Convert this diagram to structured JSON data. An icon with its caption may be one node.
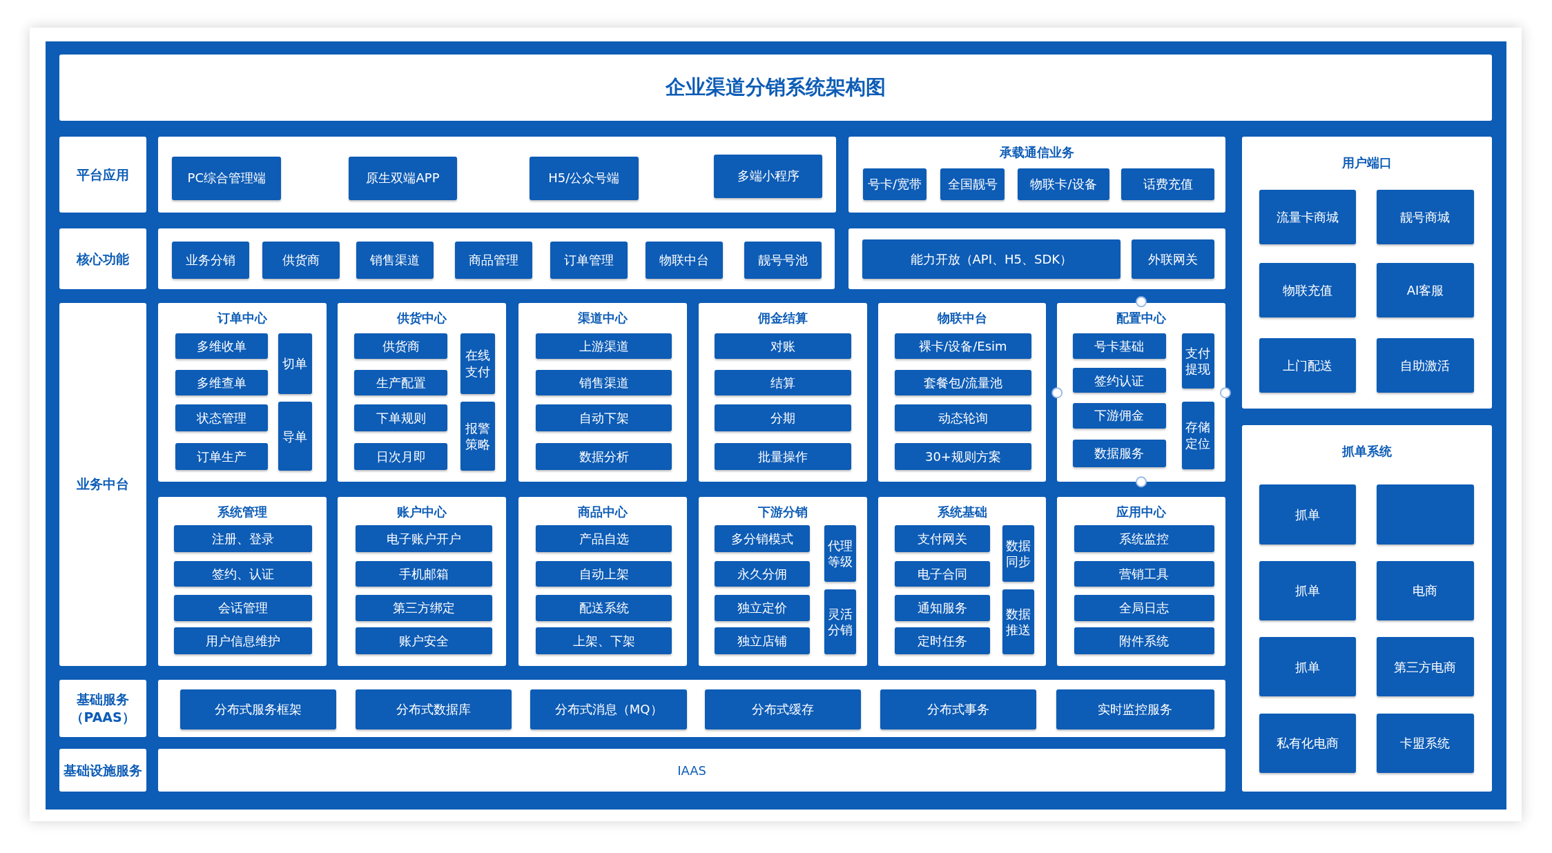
{
  "diagram": {
    "title": "企业渠道分销系统架构图",
    "nodes": [
      {
        "text": [
          "平台应用"
        ]
      },
      {
        "text": [
          "PC综合管理端"
        ]
      },
      {
        "text": [
          "原生双端APP"
        ]
      },
      {
        "text": [
          "H5/公众号端"
        ]
      },
      {
        "text": [
          "多端小程序"
        ]
      },
      {
        "text": [
          "承载通信业务"
        ]
      },
      {
        "text": [
          "号卡/宽带"
        ],
        "in": 5
      },
      {
        "text": [
          "全国靓号"
        ],
        "in": 5
      },
      {
        "text": [
          "物联卡/设备"
        ],
        "in": 5
      },
      {
        "text": [
          "话费充值"
        ],
        "in": 5
      },
      {
        "text": [
          "用户端口"
        ]
      },
      {
        "text": [
          "流量卡商城"
        ],
        "in": 10
      },
      {
        "text": [
          "靓号商城"
        ],
        "in": 10
      },
      {
        "text": [
          "物联充值"
        ],
        "in": 10
      },
      {
        "text": [
          "AI客服"
        ],
        "in": 10
      },
      {
        "text": [
          "上门配送"
        ],
        "in": 10
      },
      {
        "text": [
          "自助激活"
        ],
        "in": 10
      },
      {
        "text": [
          "核心功能"
        ]
      },
      {
        "text": [
          "业务分销"
        ]
      },
      {
        "text": [
          "供货商"
        ]
      },
      {
        "text": [
          "销售渠道"
        ]
      },
      {
        "text": [
          "商品管理"
        ]
      },
      {
        "text": [
          "订单管理"
        ]
      },
      {
        "text": [
          "物联中台"
        ]
      },
      {
        "text": [
          "靓号号池"
        ]
      },
      {
        "text": [
          "能力开放（API、H5、SDK）"
        ]
      },
      {
        "text": [
          "外联网关"
        ]
      },
      {
        "text": [
          "业务中台"
        ]
      },
      {
        "text": [
          "订单中心"
        ]
      },
      {
        "text": [
          "多维收单"
        ],
        "in": 28
      },
      {
        "text": [
          "多维查单"
        ],
        "in": 28
      },
      {
        "text": [
          "状态管理"
        ],
        "in": 28
      },
      {
        "text": [
          "订单生产"
        ],
        "in": 28
      },
      {
        "text": [
          "切单"
        ],
        "in": 28
      },
      {
        "text": [
          "导单"
        ],
        "in": 28
      },
      {
        "text": [
          "供货中心"
        ]
      },
      {
        "text": [
          "供货商"
        ],
        "in": 35
      },
      {
        "text": [
          "生产配置"
        ],
        "in": 35
      },
      {
        "text": [
          "下单规则"
        ],
        "in": 35
      },
      {
        "text": [
          "日次月即"
        ],
        "in": 35
      },
      {
        "text": [
          "在线支付"
        ],
        "in": 35
      },
      {
        "text": [
          "报警策略"
        ],
        "in": 35
      },
      {
        "text": [
          "渠道中心"
        ]
      },
      {
        "text": [
          "上游渠道"
        ],
        "in": 42
      },
      {
        "text": [
          "销售渠道"
        ],
        "in": 42
      },
      {
        "text": [
          "自动下架"
        ],
        "in": 42
      },
      {
        "text": [
          "数据分析"
        ],
        "in": 42
      },
      {
        "text": [
          "佣金结算"
        ]
      },
      {
        "text": [
          "对账"
        ],
        "in": 47
      },
      {
        "text": [
          "结算"
        ],
        "in": 47
      },
      {
        "text": [
          "分期"
        ],
        "in": 47
      },
      {
        "text": [
          "批量操作"
        ],
        "in": 47
      },
      {
        "text": [
          "物联中台"
        ]
      },
      {
        "text": [
          "裸卡/设备/Esim"
        ],
        "in": 52
      },
      {
        "text": [
          "套餐包/流量池"
        ],
        "in": 52
      },
      {
        "text": [
          "动态轮询"
        ],
        "in": 52
      },
      {
        "text": [
          "30+规则方案"
        ],
        "in": 52
      },
      {
        "text": [
          "配置中心"
        ]
      },
      {
        "text": [
          "号卡基础"
        ],
        "in": 57
      },
      {
        "text": [
          "签约认证"
        ],
        "in": 57
      },
      {
        "text": [
          "下游佣金"
        ],
        "in": 57
      },
      {
        "text": [
          "数据服务"
        ],
        "in": 57
      },
      {
        "text": [
          "支付提现"
        ],
        "in": 57
      },
      {
        "text": [
          "存储定位"
        ],
        "in": 57
      },
      {
        "text": [
          "系统管理"
        ]
      },
      {
        "text": [
          "注册、登录"
        ],
        "in": 64
      },
      {
        "text": [
          "签约、认证"
        ],
        "in": 64
      },
      {
        "text": [
          "会话管理"
        ],
        "in": 64
      },
      {
        "text": [
          "用户信息维护"
        ],
        "in": 64
      },
      {
        "text": [
          "账户中心"
        ]
      },
      {
        "text": [
          "电子账户开户"
        ],
        "in": 69
      },
      {
        "text": [
          "手机邮箱"
        ],
        "in": 69
      },
      {
        "text": [
          "第三方绑定"
        ],
        "in": 69
      },
      {
        "text": [
          "账户安全"
        ],
        "in": 69
      },
      {
        "text": [
          "商品中心"
        ]
      },
      {
        "text": [
          "产品自选"
        ],
        "in": 74
      },
      {
        "text": [
          "自动上架"
        ],
        "in": 74
      },
      {
        "text": [
          "配送系统"
        ],
        "in": 74
      },
      {
        "text": [
          "上架、下架"
        ],
        "in": 74
      },
      {
        "text": [
          "下游分销"
        ]
      },
      {
        "text": [
          "多分销模式"
        ],
        "in": 79
      },
      {
        "text": [
          "永久分佣"
        ],
        "in": 79
      },
      {
        "text": [
          "独立定价"
        ],
        "in": 79
      },
      {
        "text": [
          "独立店铺"
        ],
        "in": 79
      },
      {
        "text": [
          "代理等级"
        ],
        "in": 79
      },
      {
        "text": [
          "灵活分销"
        ],
        "in": 79
      },
      {
        "text": [
          "系统基础"
        ]
      },
      {
        "text": [
          "支付网关"
        ],
        "in": 86
      },
      {
        "text": [
          "电子合同"
        ],
        "in": 86
      },
      {
        "text": [
          "通知服务"
        ],
        "in": 86
      },
      {
        "text": [
          "定时任务"
        ],
        "in": 86
      },
      {
        "text": [
          "数据同步"
        ],
        "in": 86
      },
      {
        "text": [
          "数据推送"
        ],
        "in": 86
      },
      {
        "text": [
          "应用中心"
        ]
      },
      {
        "text": [
          "系统监控"
        ],
        "in": 93
      },
      {
        "text": [
          "营销工具"
        ],
        "in": 93
      },
      {
        "text": [
          "全局日志"
        ],
        "in": 93
      },
      {
        "text": [
          "附件系统"
        ],
        "in": 93
      },
      {
        "text": [
          "抓单系统"
        ]
      },
      {
        "text": [
          "抓单"
        ],
        "in": 98
      },
      {
        "text": [],
        "shape": "box",
        "in": 98
      },
      {
        "text": [
          "抓单"
        ],
        "in": 98
      },
      {
        "text": [
          "电商"
        ],
        "in": 98
      },
      {
        "text": [
          "抓单"
        ],
        "in": 98
      },
      {
        "text": [
          "第三方电商"
        ],
        "in": 98
      },
      {
        "text": [
          "私有化电商"
        ],
        "in": 98
      },
      {
        "text": [
          "卡盟系统"
        ],
        "in": 98
      },
      {
        "text": [
          "基础服务（PAAS）"
        ]
      },
      {
        "text": [
          "分布式服务框架"
        ]
      },
      {
        "text": [
          "分布式数据库"
        ]
      },
      {
        "text": [
          "分布式消息（MQ）"
        ]
      },
      {
        "text": [
          "分布式缓存"
        ]
      },
      {
        "text": [
          "分布式事务"
        ]
      },
      {
        "text": [
          "实时监控服务"
        ]
      },
      {
        "text": [
          "基础设施服务"
        ]
      },
      {
        "text": [
          "IAAS"
        ]
      }
    ],
    "edges": []
  }
}
